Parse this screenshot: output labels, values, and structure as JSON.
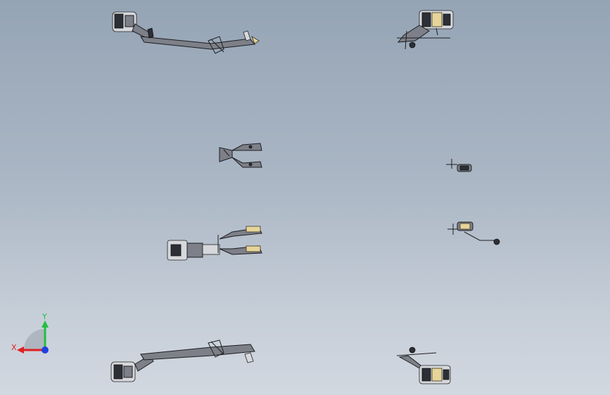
{
  "window": {
    "title": ""
  },
  "view": {
    "background_top": "#95a4b5",
    "background_bottom": "#d2d8e0",
    "part_line_color": "#1e1e22",
    "part_fill_color": "#7d8088"
  },
  "triad": {
    "x_label": "X",
    "y_label": "Y",
    "x_color": "#e02020",
    "y_color": "#20c040",
    "z_color": "#2040e0"
  },
  "parts": [
    {
      "name": "seatbelt-assembly-top-left",
      "icon": "seatbelt-retractor-with-webbing"
    },
    {
      "name": "seatbelt-assembly-top-right",
      "icon": "seatbelt-retractor-side"
    },
    {
      "name": "buckle-pair-middle-left",
      "icon": "buckle-pair"
    },
    {
      "name": "small-part-middle-right",
      "icon": "small-bracket"
    },
    {
      "name": "retractor-buckle-assembly-lower-left",
      "icon": "retractor-with-buckles"
    },
    {
      "name": "bracket-assembly-lower-right",
      "icon": "bracket-with-rod"
    },
    {
      "name": "seatbelt-assembly-bottom-left",
      "icon": "seatbelt-retractor-with-webbing"
    },
    {
      "name": "seatbelt-assembly-bottom-right",
      "icon": "seatbelt-retractor-side"
    }
  ]
}
